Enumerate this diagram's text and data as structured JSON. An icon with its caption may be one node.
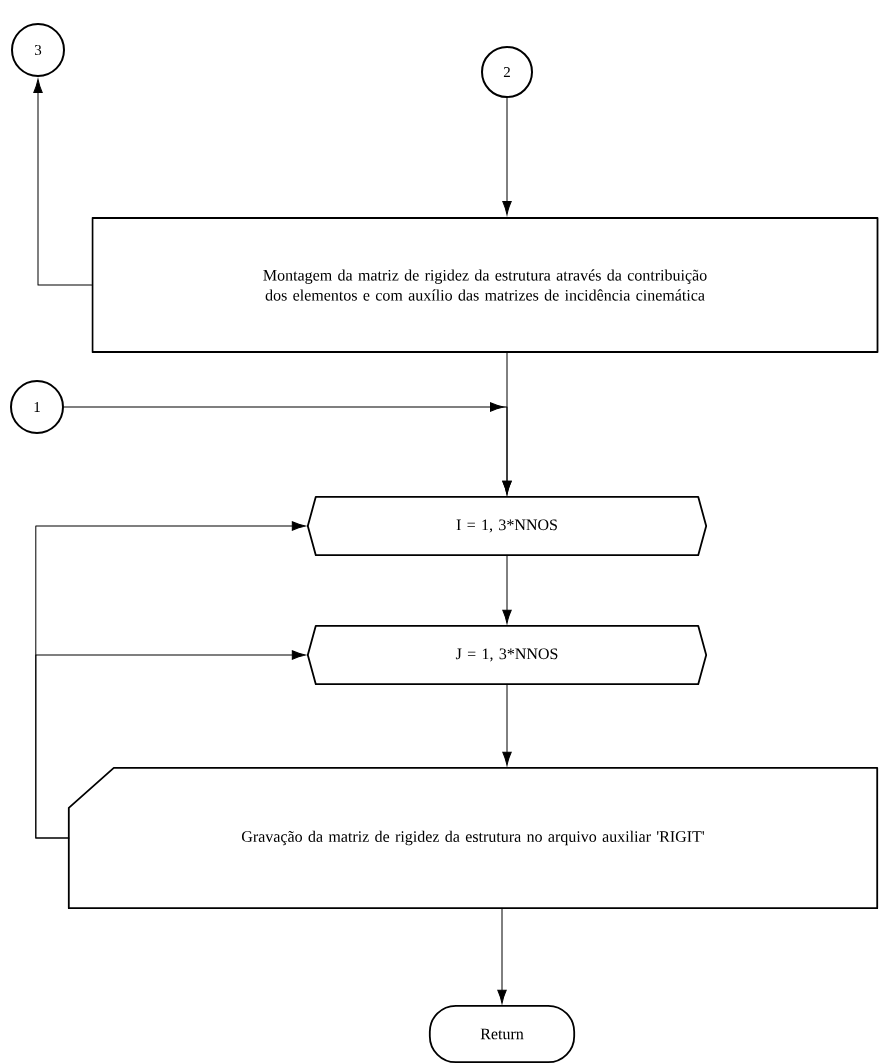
{
  "diagram": {
    "nodes": [
      {
        "text": [
          "3"
        ]
      },
      {
        "text": [
          "2"
        ]
      },
      {
        "text": [
          "Montagem da matriz de rigidez da estrutura através da contribuição dos elementos e com auxílio das matrizes de incidência cinemática"
        ]
      },
      {
        "text": [
          "1"
        ]
      },
      {
        "text": [
          "I = 1, 3*NNOS"
        ]
      },
      {
        "text": [
          "J = 1, 3*NNOS"
        ]
      },
      {
        "text": [
          "Gravação da matriz de rigidez da estrutura no arquivo auxiliar 'RIGIT'"
        ]
      },
      {
        "text": [
          "Return"
        ]
      }
    ],
    "edges": [
      {
        "from": 2,
        "to": 0,
        "arrow": "to"
      },
      {
        "from": 1,
        "to": 2,
        "arrow": "to"
      },
      {
        "from": 2,
        "to": 4,
        "arrow": "to"
      },
      {
        "from": 3,
        "to": 4,
        "arrow": "to"
      },
      {
        "from": 4,
        "to": 5,
        "arrow": "to"
      },
      {
        "from": 5,
        "to": 6,
        "arrow": "to"
      },
      {
        "from": 6,
        "to": 4,
        "arrow": "to"
      },
      {
        "from": 6,
        "to": 5,
        "arrow": "to"
      },
      {
        "from": 6,
        "to": 7,
        "arrow": "to"
      }
    ]
  }
}
